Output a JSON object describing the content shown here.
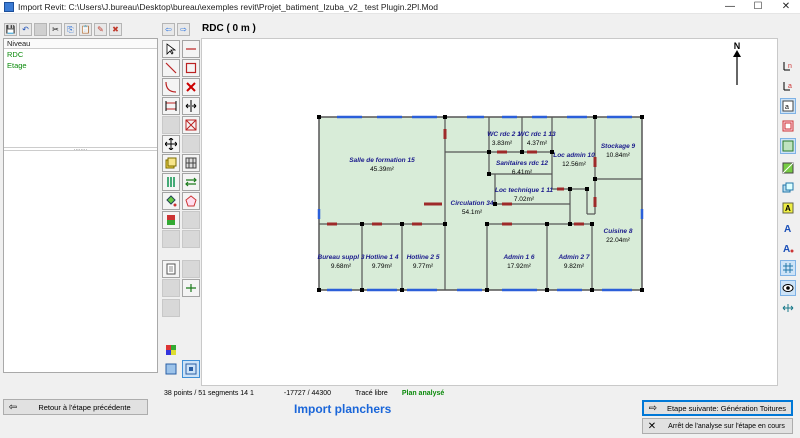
{
  "window": {
    "title": "Import Revit: C:\\Users\\J.bureau\\Desktop\\bureau\\exemples revit\\Projet_batiment_Izuba_v2_ test Plugin.2Pl.Mod",
    "minimize": "—",
    "maximize": "☐",
    "close": "✕"
  },
  "toolbar": {
    "save_icon": "💾",
    "undo_icon": "↶",
    "cut_icon": "✂",
    "copy_icon": "⎘",
    "paste_icon": "📋",
    "erase_icon": "✎",
    "delete_icon": "✖"
  },
  "levels": {
    "header": "Niveau",
    "items": [
      "RDC",
      "Etage"
    ],
    "splitter_grip": "........"
  },
  "nav": {
    "back": "⇦",
    "forward": "⇨"
  },
  "canvas": {
    "title": "RDC ( 0 m )",
    "north": "N",
    "rooms": [
      {
        "name": "Salle de formation 15",
        "area": "45.39m²"
      },
      {
        "name": "WC rdc 2 1",
        "area": "3.83m²"
      },
      {
        "name": "WC rdc 1 13",
        "area": "4.37m²"
      },
      {
        "name": "Loc admin 10",
        "area": "12.56m²"
      },
      {
        "name": "Stockage 9",
        "area": "10.84m²"
      },
      {
        "name": "Sanitaires rdc 12",
        "area": "6.41m²"
      },
      {
        "name": "Loc technique 1 11",
        "area": "7.02m²"
      },
      {
        "name": "Circulation 34",
        "area": "54.1m²"
      },
      {
        "name": "Cuisine 8",
        "area": "22.04m²"
      },
      {
        "name": "Bureau suppl 3",
        "area": "9.68m²"
      },
      {
        "name": "Hotline 1 4",
        "area": "9.79m²"
      },
      {
        "name": "Hotline 2 5",
        "area": "9.77m²"
      },
      {
        "name": "Admin 1 6",
        "area": "17.92m²"
      },
      {
        "name": "Admin 2 7",
        "area": "9.82m²"
      }
    ]
  },
  "status": {
    "counts": "38 points / 51 segments 14 1",
    "coords": "-17727 / 44300",
    "mode": "Tracé libre",
    "state": "Plan analysé"
  },
  "footer": {
    "back_label": "Retour à l'étape précédente",
    "page_title": "Import planchers",
    "next_label": "Etape suivante: Génération Toitures",
    "stop_label": "Arrêt de l'analyse sur l'étape en cours",
    "arrow_left": "⇦",
    "arrow_right": "⇨",
    "stop_icon": "✕"
  },
  "colors": {
    "floor_fill": "#d8ecd8",
    "wall": "#555555",
    "window": "#2b5fd9",
    "door": "#9e2a2a",
    "room_label": "#1a1a8c",
    "accent": "#0078d7"
  }
}
